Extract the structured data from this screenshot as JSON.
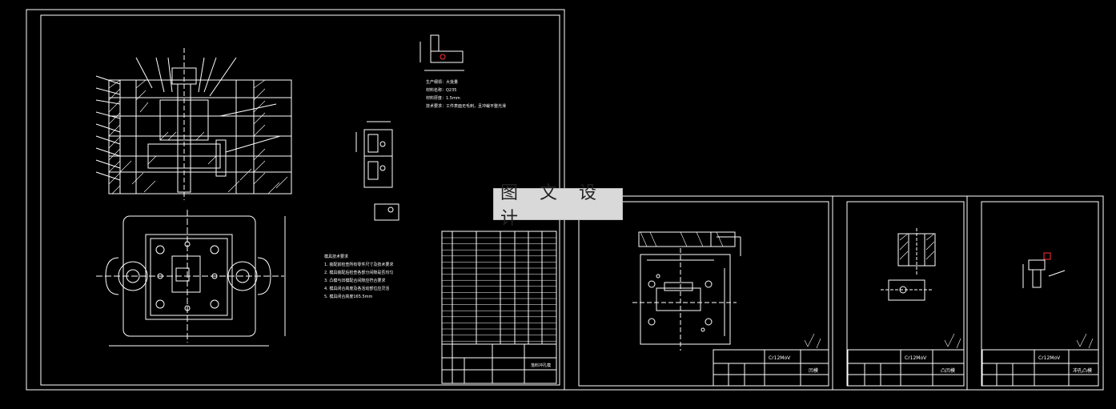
{
  "watermark": "图 文 设 计",
  "main_sheet": {
    "notes_block_1": [
      "生产纲领：大批量",
      "材料名称：Q235",
      "材料厚度：1.5mm",
      "技术要求：工件表面无毛刺，且冲裁平整光滑"
    ],
    "notes_block_2": [
      "模具技术要求",
      "1. 装配前检查所有零件尺寸及技术要求",
      "2. 模具装配后检查各部分间隙是否均匀",
      "3. 凸模与凹模配合间隙应符合要求",
      "4. 模具闭合高度及各活动部位应灵活",
      "5. 模具闭合高度165.5mm"
    ],
    "title_block_name": "落料冲孔模"
  },
  "sheets": [
    {
      "material": "Cr12MoV",
      "drawing_name": "凹模"
    },
    {
      "material": "Cr12MoV",
      "drawing_name": "凸凹模"
    },
    {
      "material": "Cr12MoV",
      "drawing_name": "冲孔凸模"
    }
  ],
  "colors": {
    "background": "#000000",
    "line": "#ffffff",
    "accent": "#ff3030"
  }
}
